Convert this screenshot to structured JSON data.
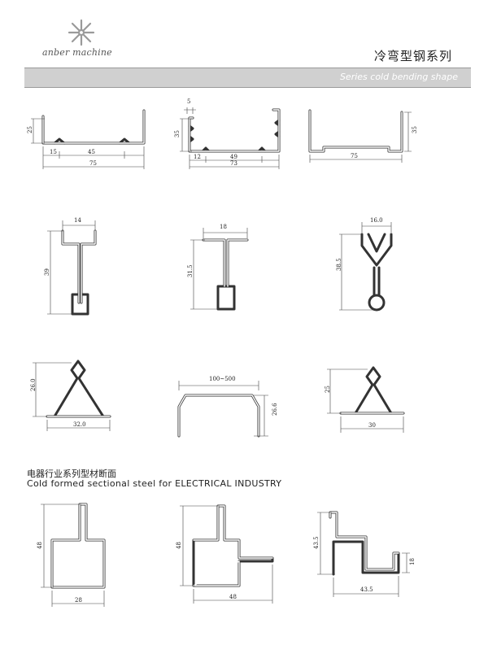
{
  "header": {
    "brand": "anber machine",
    "title_cn": "冷弯型钢系列",
    "banner": "Series cold bending shape"
  },
  "section2": {
    "title_cn": "电器行业系列型材断面",
    "title_en": "Cold formed sectional steel for ELECTRICAL  INDUSTRY"
  },
  "dims": {
    "p1": {
      "h": "25",
      "w1": "15",
      "w2": "45",
      "w": "75"
    },
    "p2": {
      "t": "5",
      "h": "35",
      "w1": "12",
      "w2": "49",
      "w": "73"
    },
    "p3": {
      "h": "35",
      "w": "75"
    },
    "p4": {
      "w": "14",
      "h": "39"
    },
    "p5": {
      "w": "18",
      "h": "31.5"
    },
    "p6": {
      "w": "16.0",
      "h": "38.5"
    },
    "p7": {
      "h": "26.0",
      "w": "32.0"
    },
    "p8": {
      "w": "100~500",
      "h": "26.6"
    },
    "p9": {
      "h": "25",
      "w": "30"
    },
    "e1": {
      "h": "48",
      "w": "28"
    },
    "e2": {
      "h": "48",
      "w": "48"
    },
    "e3": {
      "h": "43.5",
      "h2": "18",
      "w": "43.5"
    }
  }
}
